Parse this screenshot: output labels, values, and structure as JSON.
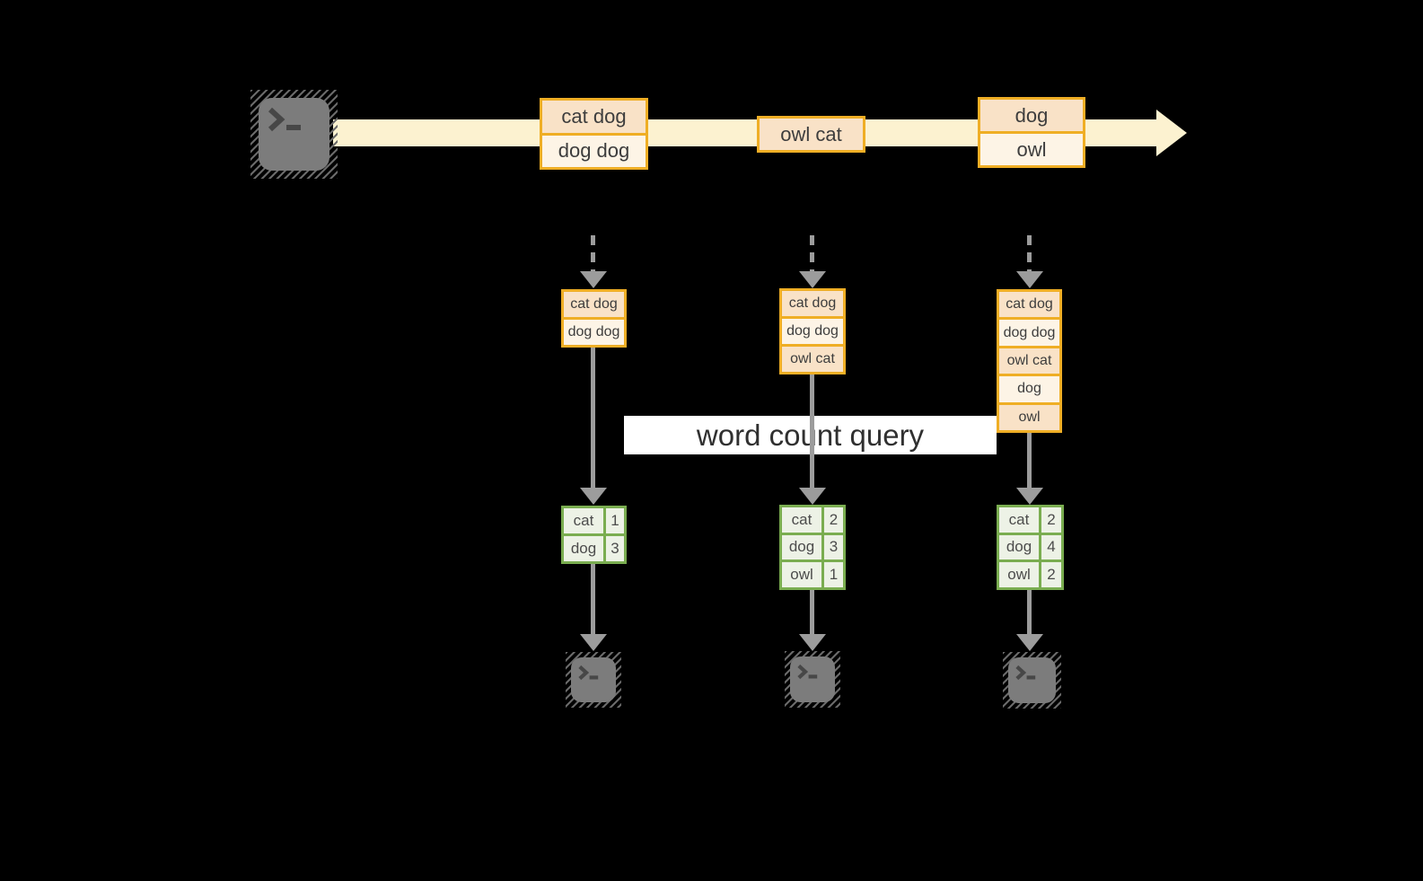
{
  "colors": {
    "background": "#000000",
    "stream_band": "#fcf2d0",
    "amber_border": "#efae25",
    "record_fill_peach": "#f9e2c7",
    "record_fill_cream": "#fdf4e6",
    "green_border": "#7aad50",
    "green_fill": "#edf2e6",
    "arrow_gray": "#9c9c9c",
    "banner_bg": "#ffffff",
    "text_dark": "#3d3d3d"
  },
  "source": {
    "icon": "terminal"
  },
  "stream": {
    "batches": [
      [
        "cat dog",
        "dog dog"
      ],
      [
        "owl cat"
      ],
      [
        "dog",
        "owl"
      ]
    ]
  },
  "banner": {
    "label": "word count query"
  },
  "columns": [
    {
      "window": [
        "cat dog",
        "dog dog"
      ],
      "counts": [
        {
          "word": "cat",
          "count": 1
        },
        {
          "word": "dog",
          "count": 3
        }
      ]
    },
    {
      "window": [
        "cat dog",
        "dog dog",
        "owl cat"
      ],
      "counts": [
        {
          "word": "cat",
          "count": 2
        },
        {
          "word": "dog",
          "count": 3
        },
        {
          "word": "owl",
          "count": 1
        }
      ]
    },
    {
      "window": [
        "cat dog",
        "dog dog",
        "owl cat",
        "dog",
        "owl"
      ],
      "counts": [
        {
          "word": "cat",
          "count": 2
        },
        {
          "word": "dog",
          "count": 4
        },
        {
          "word": "owl",
          "count": 2
        }
      ]
    }
  ]
}
